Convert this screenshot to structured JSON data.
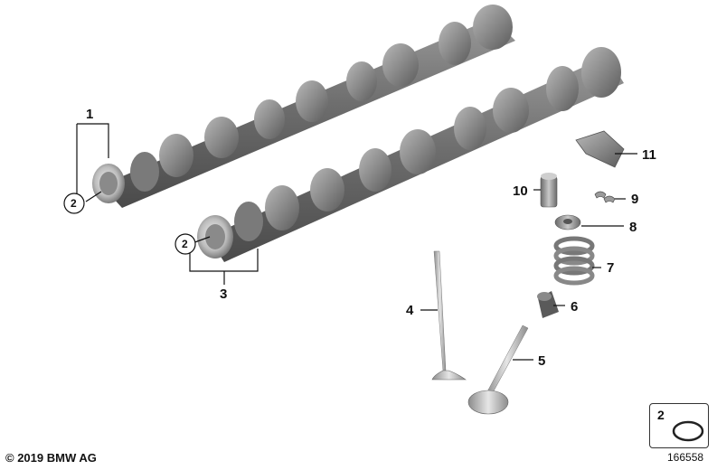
{
  "diagram": {
    "callouts": {
      "c1": "1",
      "c2a": "2",
      "c2b": "2",
      "c3": "3",
      "c4": "4",
      "c5": "5",
      "c6": "6",
      "c7": "7",
      "c8": "8",
      "c9": "9",
      "c10": "10",
      "c11": "11"
    },
    "legend": {
      "number": "2"
    },
    "copyright": "© 2019 BMW AG",
    "document_number": "166558"
  }
}
